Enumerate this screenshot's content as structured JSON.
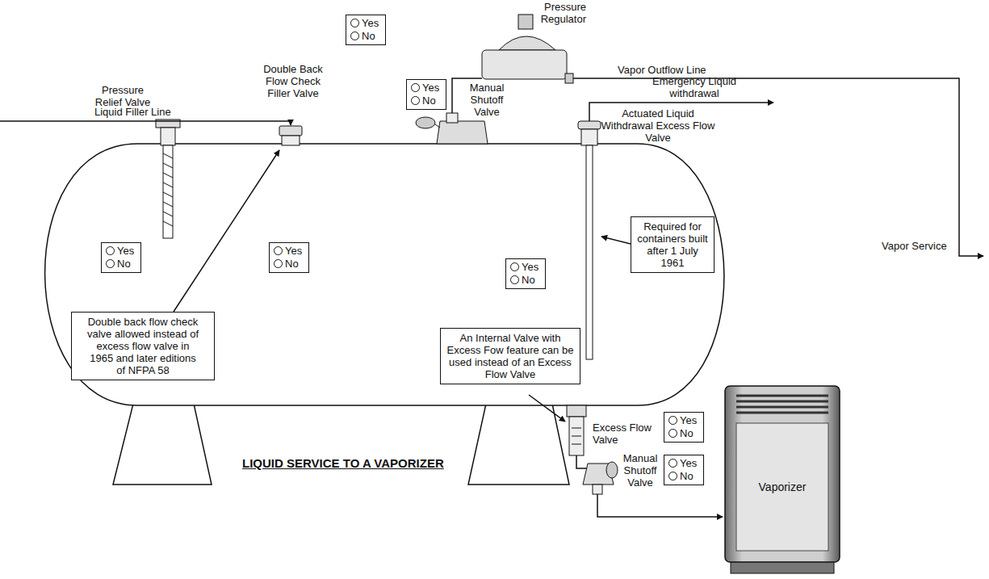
{
  "diagram": {
    "nodes": [
      {
        "text": [
          "Yes",
          "No"
        ]
      },
      {
        "text": [
          "Yes",
          "No"
        ]
      },
      {
        "text": [
          "Yes",
          "No"
        ]
      },
      {
        "text": [
          "Yes",
          "No"
        ]
      },
      {
        "text": [
          "Yes",
          "No"
        ]
      },
      {
        "text": [
          "Required for containers built after 1 July 1961"
        ]
      },
      {
        "text": [
          "Double back flow check valve allowed instead of excess flow valve in 1965 and later editions of NFPA 58"
        ]
      },
      {
        "text": [
          "An Internal Valve with Excess Fow feature can be used instead of an Excess Flow Valve"
        ]
      },
      {
        "text": [
          "Yes",
          "No"
        ]
      },
      {
        "text": [
          "Yes",
          "No"
        ]
      },
      {
        "text": [
          "Vaporizer"
        ]
      }
    ],
    "labels": [
      "Pressure Regulator",
      "Vapor Outflow Line",
      "Liquid Filler Line",
      "Manual Shutoff Valve",
      "Emergency Liquid withdrawal",
      "Double Back Flow Check Filler Valve",
      "Pressure Relief Valve",
      "Actuated Liquid Withdrawal Excess Flow Valve",
      "Vapor Service",
      "Excess Flow Valve",
      "LIQUID SERVICE TO A VAPORIZER",
      "Manual Shutoff Valve"
    ]
  }
}
